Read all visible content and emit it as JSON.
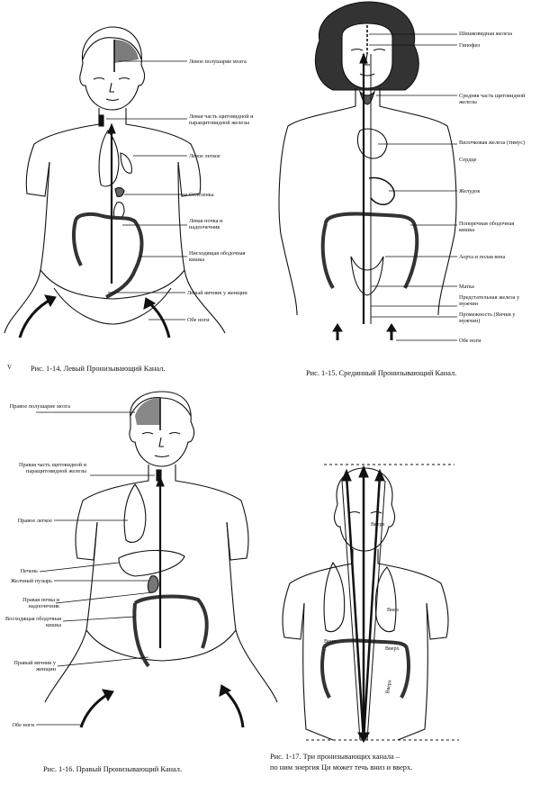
{
  "fig14": {
    "caption": "Рис. 1-14. Левый Пронизывающий Канал.",
    "margin_mark": "V",
    "labels": [
      "Левое полушарие мозга",
      "Левая часть щитовидной и паращитовидной железы",
      "Левое легкое",
      "Селезенка",
      "Левая почка и надпочечник",
      "Нисходящая ободочная кишка",
      "Левый яичник у женщин",
      "Обе ноги"
    ]
  },
  "fig15": {
    "caption": "Рис. 1-15. Срединный Пронизывающий Канал.",
    "labels": [
      "Шишковидная железа",
      "Гипофиз",
      "Средняя часть щитовидной железы",
      "Вилочковая железа (тимус)",
      "Сердце",
      "Желудок",
      "Поперечная ободочная кишка",
      "Аорта и полая вена",
      "Матка",
      "Предстательная железа у мужчин",
      "Промежность (Яички у мужчин)",
      "Обе ноги"
    ]
  },
  "fig16": {
    "caption": "Рис. 1-16. Правый Пронизывающий Канал.",
    "labels": [
      "Правое полушарие мозга",
      "Правая часть щитовидной и паращитовидной железы",
      "Правое легкое",
      "Печень",
      "Желчный пузырь",
      "Правая почка и надпочечник",
      "Восходящая ободочная кишка",
      "Правый яичник у женщин",
      "Обе ноги"
    ]
  },
  "fig17": {
    "caption_line1": "Рис. 1-17. Три пронизывающих канала –",
    "caption_line2": "по ним энергия Ци может течь вниз и вверх.",
    "tags": [
      "Вверх",
      "Вниз",
      "Вниз",
      "Вверх",
      "Вверх"
    ]
  },
  "colors": {
    "ink": "#111111",
    "paper": "#ffffff"
  }
}
